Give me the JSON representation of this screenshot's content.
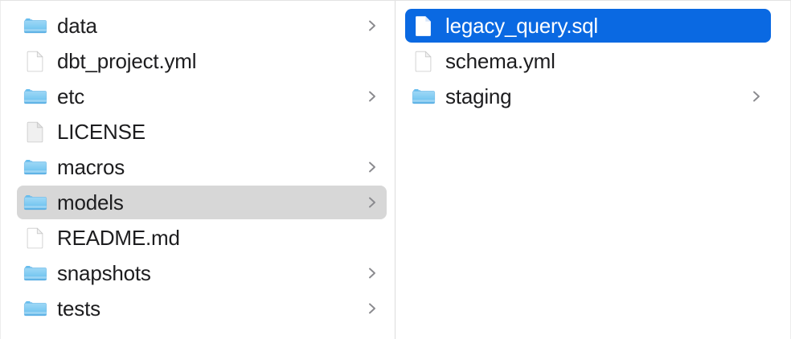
{
  "window": {
    "view_mode": "column",
    "accent_color": "#0a69e2",
    "inactive_selection_color": "#d7d7d7",
    "background_color": "#ffffff",
    "divider_color": "#dcdcdc",
    "folder_icon_color": "#6ec2f0",
    "text_color": "#1d1d1f"
  },
  "columns": [
    {
      "name": "parent-column",
      "items": [
        {
          "label": "data",
          "kind": "folder",
          "has_chevron": true,
          "state": "normal"
        },
        {
          "label": "dbt_project.yml",
          "kind": "file",
          "has_chevron": false,
          "state": "normal"
        },
        {
          "label": "etc",
          "kind": "folder",
          "has_chevron": true,
          "state": "normal"
        },
        {
          "label": "LICENSE",
          "kind": "file",
          "has_chevron": false,
          "state": "normal"
        },
        {
          "label": "macros",
          "kind": "folder",
          "has_chevron": true,
          "state": "normal"
        },
        {
          "label": "models",
          "kind": "folder",
          "has_chevron": true,
          "state": "selected-inactive"
        },
        {
          "label": "README.md",
          "kind": "file",
          "has_chevron": false,
          "state": "normal"
        },
        {
          "label": "snapshots",
          "kind": "folder",
          "has_chevron": true,
          "state": "normal"
        },
        {
          "label": "tests",
          "kind": "folder",
          "has_chevron": true,
          "state": "normal"
        }
      ]
    },
    {
      "name": "child-column",
      "items": [
        {
          "label": "legacy_query.sql",
          "kind": "file",
          "has_chevron": false,
          "state": "selected-active"
        },
        {
          "label": "schema.yml",
          "kind": "file",
          "has_chevron": false,
          "state": "normal"
        },
        {
          "label": "staging",
          "kind": "folder",
          "has_chevron": true,
          "state": "normal"
        }
      ]
    }
  ],
  "icons": {
    "folder": "folder-icon",
    "file": "file-icon",
    "chevron": "chevron-right-icon"
  }
}
